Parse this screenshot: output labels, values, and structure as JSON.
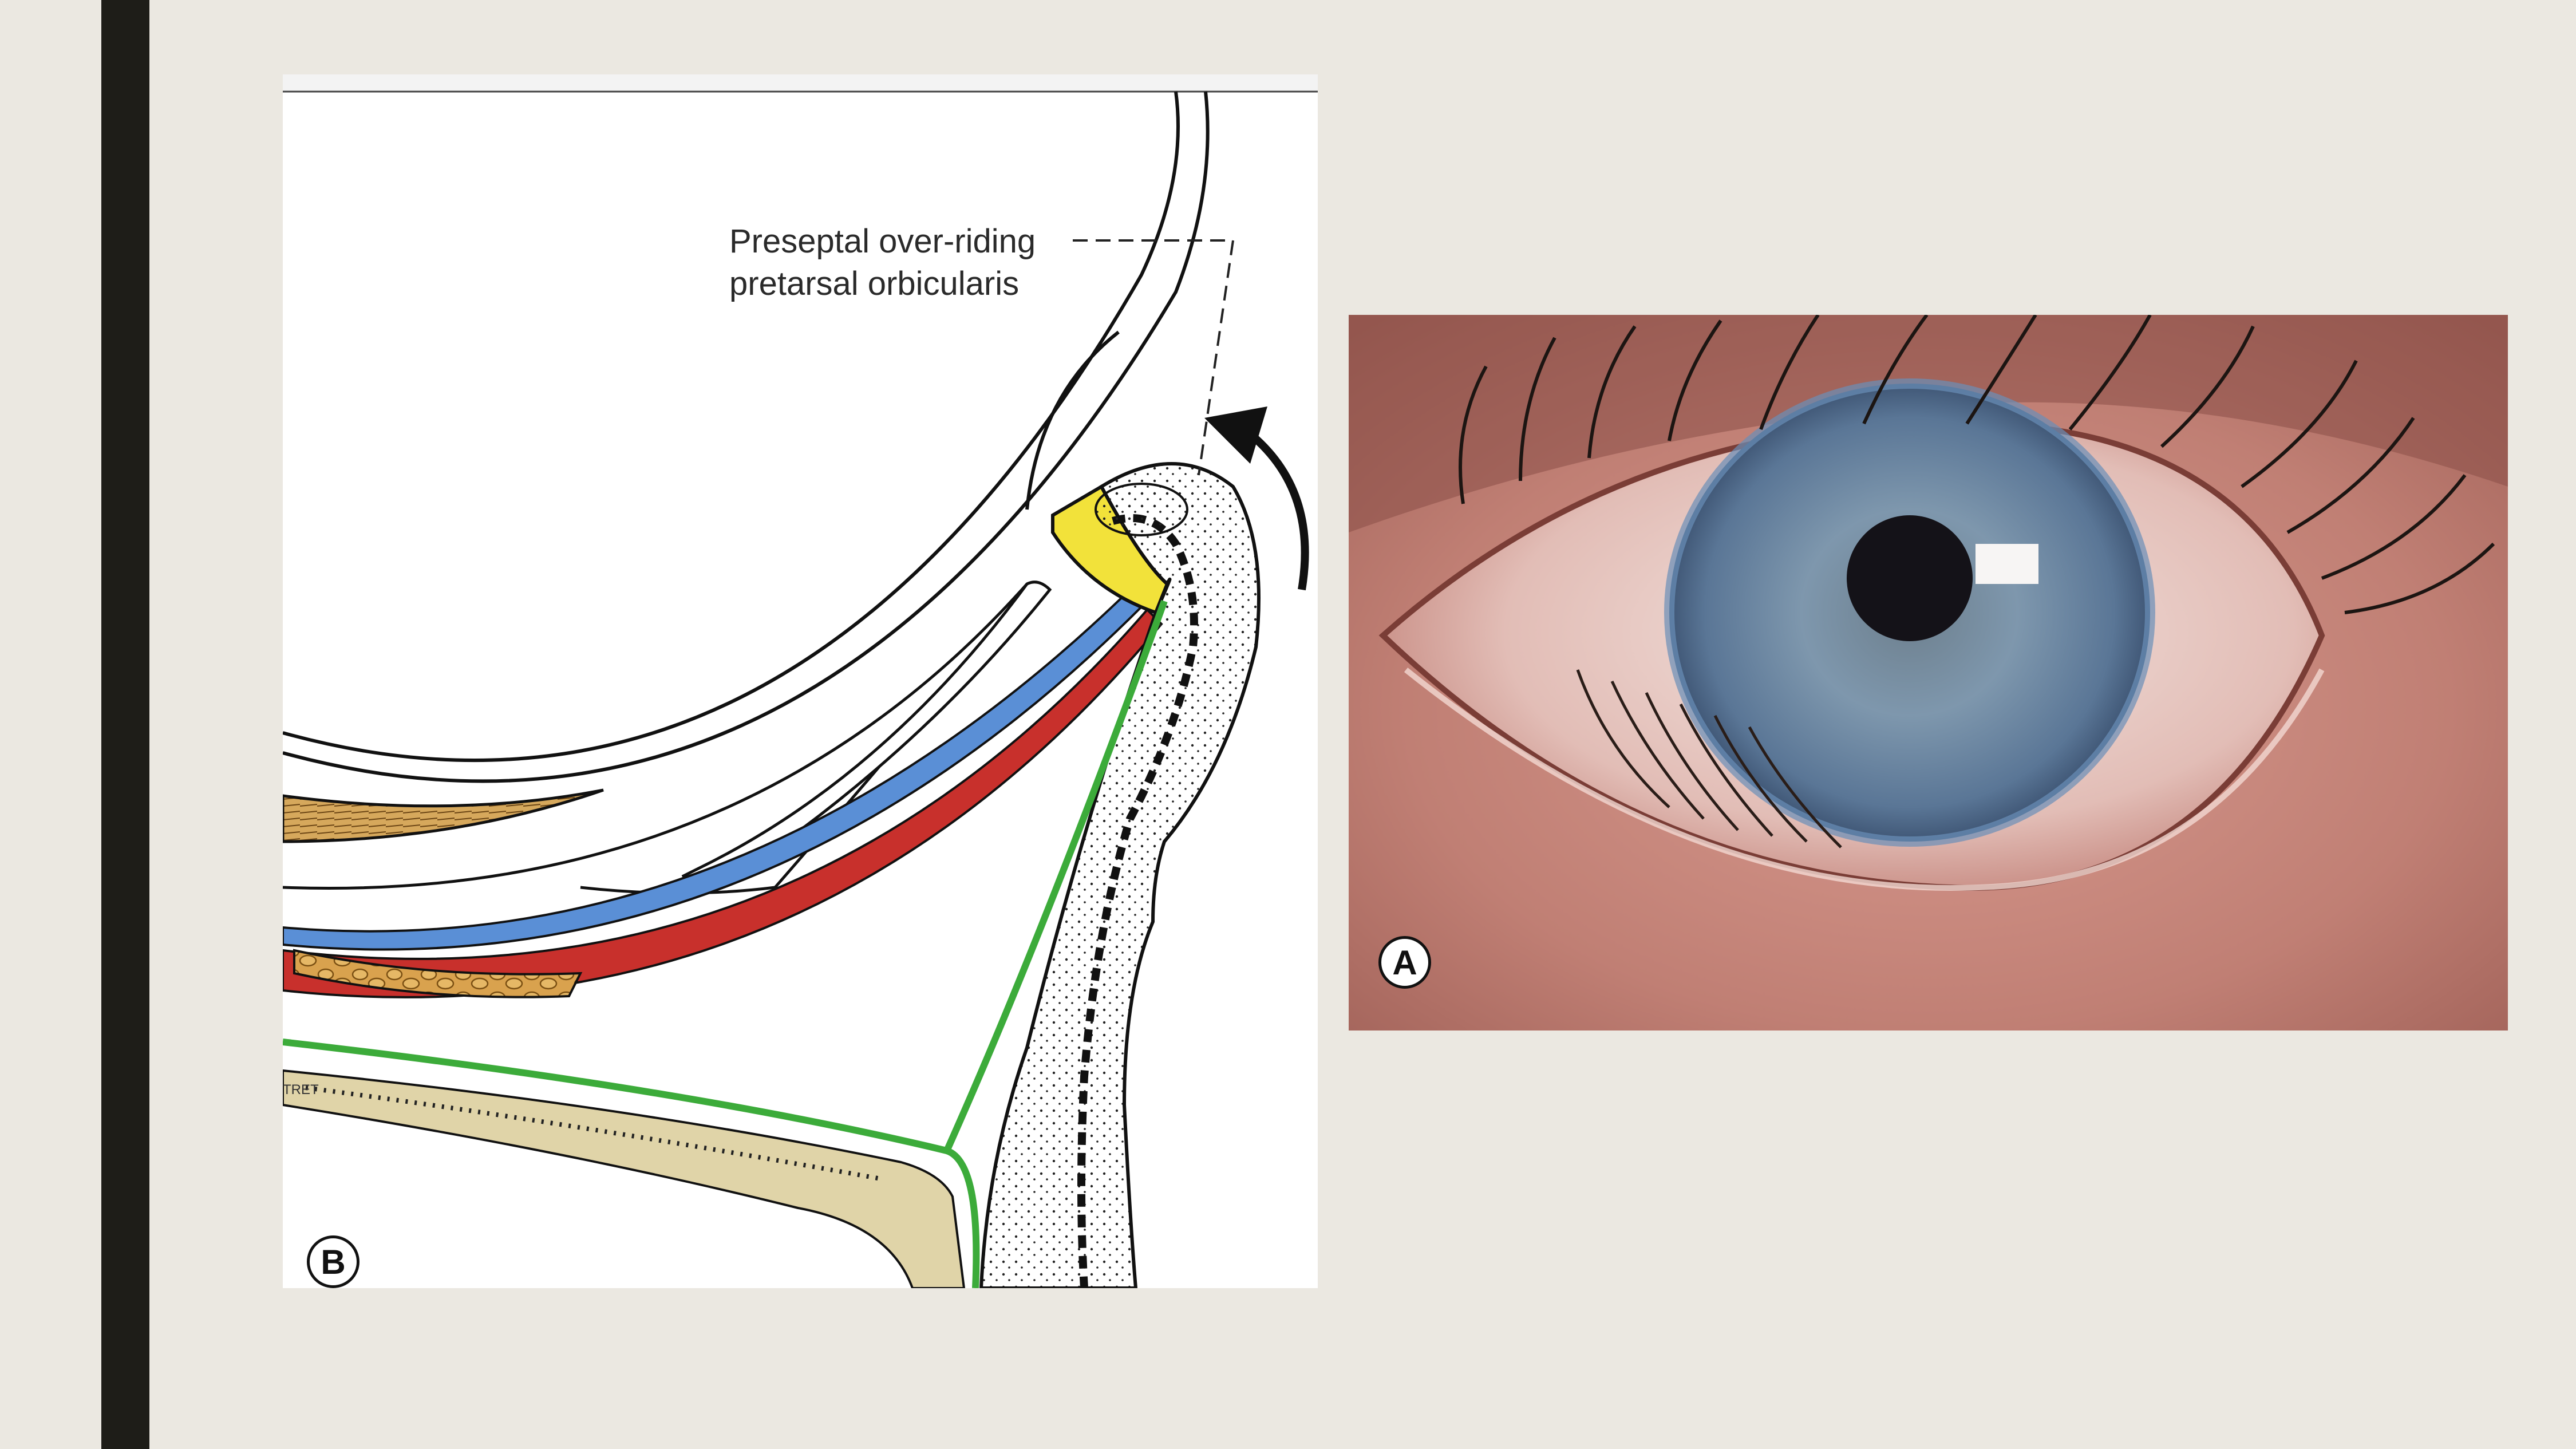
{
  "slide": {
    "background_color": "#ebe8e1",
    "accent_bar_color": "#1e1d18"
  },
  "figure_b": {
    "callout_line1": "Preseptal over-riding",
    "callout_line2": "pretarsal orbicularis",
    "panel_label": "B",
    "artist_mark": "TRET"
  },
  "figure_a": {
    "panel_label": "A"
  }
}
